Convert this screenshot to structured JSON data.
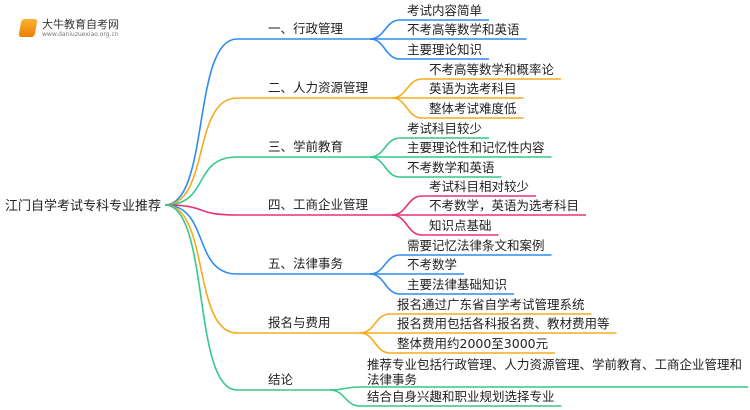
{
  "logo": {
    "name": "大牛教育自考网",
    "url": "www.daniuzuexiao.org.cn"
  },
  "root": "江门自学考试专科专业推荐",
  "colors": [
    "#2f8cf0",
    "#f5ac1d",
    "#35c98a",
    "#e8307a",
    "#2f8cf0",
    "#f5ac1d",
    "#35c98a"
  ],
  "branches": [
    {
      "label": "一、行政管理",
      "children": [
        "考试内容简单",
        "不考高等数学和英语",
        "主要理论知识"
      ]
    },
    {
      "label": "二、人力资源管理",
      "children": [
        "不考高等数学和概率论",
        "英语为选考科目",
        "整体考试难度低"
      ]
    },
    {
      "label": "三、学前教育",
      "children": [
        "考试科目较少",
        "主要理论性和记忆性内容",
        "不考数学和英语"
      ]
    },
    {
      "label": "四、工商企业管理",
      "children": [
        "考试科目相对较少",
        "不考数学，英语为选考科目",
        "知识点基础"
      ]
    },
    {
      "label": "五、法律事务",
      "children": [
        "需要记忆法律条文和案例",
        "不考数学",
        "主要法律基础知识"
      ]
    },
    {
      "label": "报名与费用",
      "children": [
        "报名通过广东省自学考试管理系统",
        "报名费用包括各科报名费、教材费用等",
        "整体费用约2000至3000元"
      ]
    },
    {
      "label": "结论",
      "children": [
        "推荐专业包括行政管理、人力资源管理、学前教育、工商企业管理和法律事务",
        "结合自身兴趣和职业规划选择专业"
      ]
    }
  ]
}
